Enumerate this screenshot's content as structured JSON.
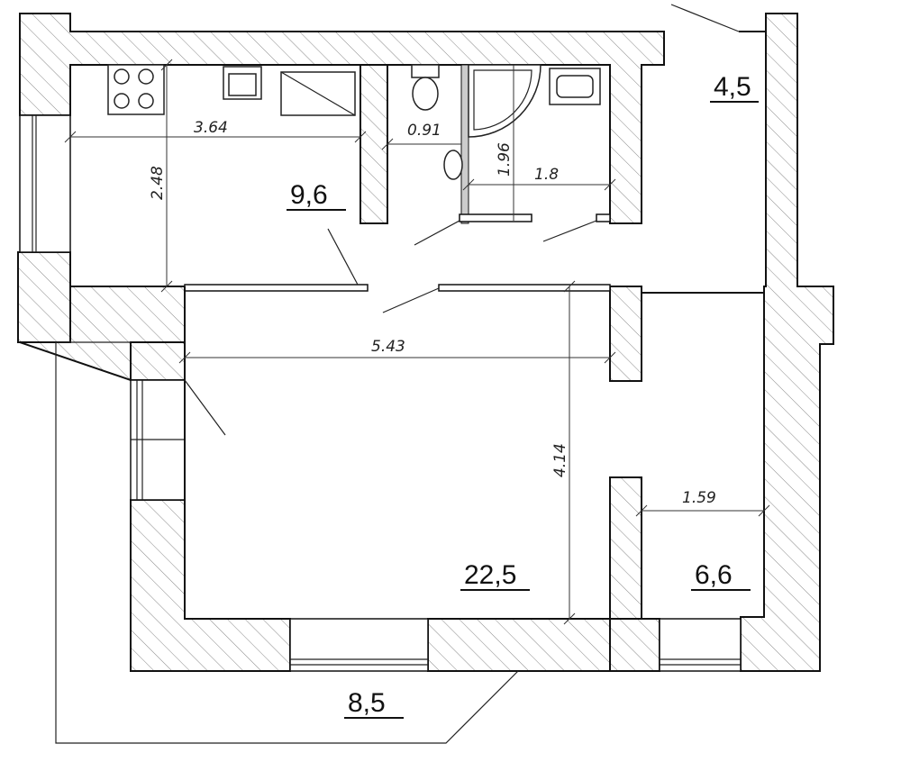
{
  "rooms": {
    "kitchen_area": "9,6",
    "living_area": "22,5",
    "hall_area": "4,5",
    "closet_area": "6,6",
    "balcony_area": "8,5"
  },
  "dimensions": {
    "kitchen_width": "3.64",
    "kitchen_depth": "2.48",
    "toilet_width": "0.91",
    "bath_depth": "1.96",
    "bath_width": "1.8",
    "living_width": "5.43",
    "living_depth": "4.14",
    "closet_width": "1.59"
  },
  "icons": [
    "stove-icon",
    "sink-icon",
    "counter-icon",
    "toilet-icon",
    "bathtub-icon",
    "washbasin-icon",
    "door-swing-icon",
    "window-icon"
  ]
}
